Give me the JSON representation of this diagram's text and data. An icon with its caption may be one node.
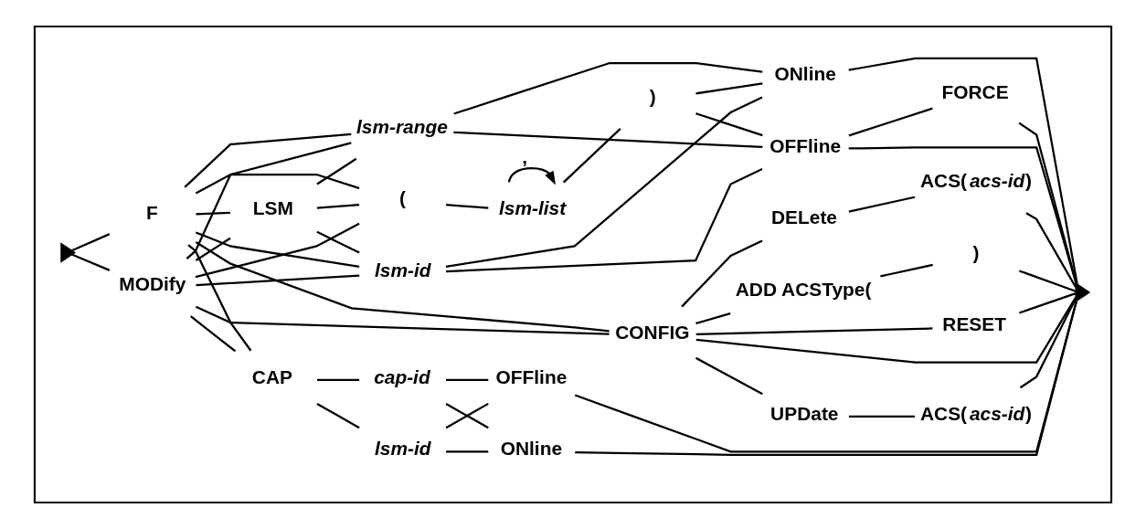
{
  "diagram": {
    "nodes": [
      {
        "text": [],
        "shape": "box"
      },
      {
        "text": [],
        "shape": "triangle",
        "in": 0
      },
      {
        "text": [
          "MODify"
        ],
        "in": 0
      },
      {
        "text": [
          "F"
        ],
        "in": 0
      },
      {
        "text": [
          "CAP"
        ],
        "in": 0
      },
      {
        "text": [
          "cap-id"
        ],
        "in": 0
      },
      {
        "text": [
          "lsm-id"
        ],
        "in": 0
      },
      {
        "text": [
          "ONline"
        ],
        "in": 0
      },
      {
        "text": [
          "OFFline"
        ],
        "in": 0
      },
      {
        "text": [
          "LSM"
        ],
        "in": 0
      },
      {
        "text": [
          "lsm-id"
        ],
        "in": 0
      },
      {
        "text": [
          "lsm-range"
        ],
        "in": 0
      },
      {
        "text": [
          "("
        ],
        "in": 0
      },
      {
        "text": [
          "lsm-list"
        ],
        "in": 0
      },
      {
        "text": [
          ")"
        ],
        "in": 0
      },
      {
        "text": [
          "ONline"
        ],
        "in": 0
      },
      {
        "text": [
          "OFFline"
        ],
        "in": 0
      },
      {
        "text": [
          "FORCE"
        ],
        "in": 0
      },
      {
        "text": [
          "CONFIG"
        ],
        "in": 0
      },
      {
        "text": [
          "RESET"
        ],
        "in": 0
      },
      {
        "text": [
          "ADD ACSType("
        ],
        "in": 0
      },
      {
        "text": [
          ")"
        ],
        "in": 0
      },
      {
        "text": [
          "DELete"
        ],
        "in": 0
      },
      {
        "text": [
          "ACS(*acs-id*)"
        ],
        "in": 0
      },
      {
        "text": [
          "UPDate"
        ],
        "in": 0
      },
      {
        "text": [
          "ACS(*acs-id*)"
        ],
        "in": 0
      },
      {
        "text": [],
        "shape": "triangle",
        "in": 0
      }
    ],
    "edges": [
      {
        "from": 1,
        "to": 2,
        "arrow": "none"
      },
      {
        "from": 1,
        "to": 3,
        "arrow": "none"
      },
      {
        "from": 2,
        "to": 4,
        "arrow": "none"
      },
      {
        "from": 3,
        "to": 4,
        "arrow": "none"
      },
      {
        "from": 2,
        "to": 9,
        "arrow": "none"
      },
      {
        "from": 3,
        "to": 9,
        "arrow": "none"
      },
      {
        "from": 2,
        "to": 10,
        "arrow": "none"
      },
      {
        "from": 3,
        "to": 10,
        "arrow": "none"
      },
      {
        "from": 2,
        "to": 11,
        "arrow": "none"
      },
      {
        "from": 3,
        "to": 11,
        "arrow": "none"
      },
      {
        "from": 2,
        "to": 12,
        "arrow": "none"
      },
      {
        "from": 3,
        "to": 12,
        "arrow": "none"
      },
      {
        "from": 2,
        "to": 18,
        "arrow": "none"
      },
      {
        "from": 3,
        "to": 18,
        "arrow": "none"
      },
      {
        "from": 4,
        "to": 5,
        "arrow": "none"
      },
      {
        "from": 4,
        "to": 6,
        "arrow": "none"
      },
      {
        "from": 5,
        "to": 7,
        "arrow": "none"
      },
      {
        "from": 5,
        "to": 8,
        "arrow": "none"
      },
      {
        "from": 6,
        "to": 7,
        "arrow": "none"
      },
      {
        "from": 6,
        "to": 8,
        "arrow": "none"
      },
      {
        "from": 7,
        "to": 26,
        "arrow": "none"
      },
      {
        "from": 8,
        "to": 26,
        "arrow": "none"
      },
      {
        "from": 9,
        "to": 10,
        "arrow": "none"
      },
      {
        "from": 9,
        "to": 11,
        "arrow": "none"
      },
      {
        "from": 9,
        "to": 12,
        "arrow": "none"
      },
      {
        "from": 12,
        "to": 13,
        "arrow": "none"
      },
      {
        "from": 13,
        "to": 13,
        "arrow": "to",
        "label": ","
      },
      {
        "from": 13,
        "to": 14,
        "arrow": "none"
      },
      {
        "from": 10,
        "to": 15,
        "arrow": "none"
      },
      {
        "from": 10,
        "to": 16,
        "arrow": "none"
      },
      {
        "from": 11,
        "to": 15,
        "arrow": "none"
      },
      {
        "from": 11,
        "to": 16,
        "arrow": "none"
      },
      {
        "from": 14,
        "to": 15,
        "arrow": "none"
      },
      {
        "from": 14,
        "to": 16,
        "arrow": "none"
      },
      {
        "from": 15,
        "to": 26,
        "arrow": "none"
      },
      {
        "from": 16,
        "to": 17,
        "arrow": "none"
      },
      {
        "from": 16,
        "to": 26,
        "arrow": "none"
      },
      {
        "from": 17,
        "to": 26,
        "arrow": "none"
      },
      {
        "from": 18,
        "to": 26,
        "arrow": "none"
      },
      {
        "from": 18,
        "to": 19,
        "arrow": "none"
      },
      {
        "from": 19,
        "to": 26,
        "arrow": "none"
      },
      {
        "from": 18,
        "to": 20,
        "arrow": "none"
      },
      {
        "from": 20,
        "to": 21,
        "arrow": "none"
      },
      {
        "from": 21,
        "to": 26,
        "arrow": "none"
      },
      {
        "from": 18,
        "to": 22,
        "arrow": "none"
      },
      {
        "from": 22,
        "to": 23,
        "arrow": "none"
      },
      {
        "from": 23,
        "to": 26,
        "arrow": "none"
      },
      {
        "from": 18,
        "to": 24,
        "arrow": "none"
      },
      {
        "from": 24,
        "to": 25,
        "arrow": "none"
      },
      {
        "from": 25,
        "to": 26,
        "arrow": "none"
      }
    ]
  }
}
